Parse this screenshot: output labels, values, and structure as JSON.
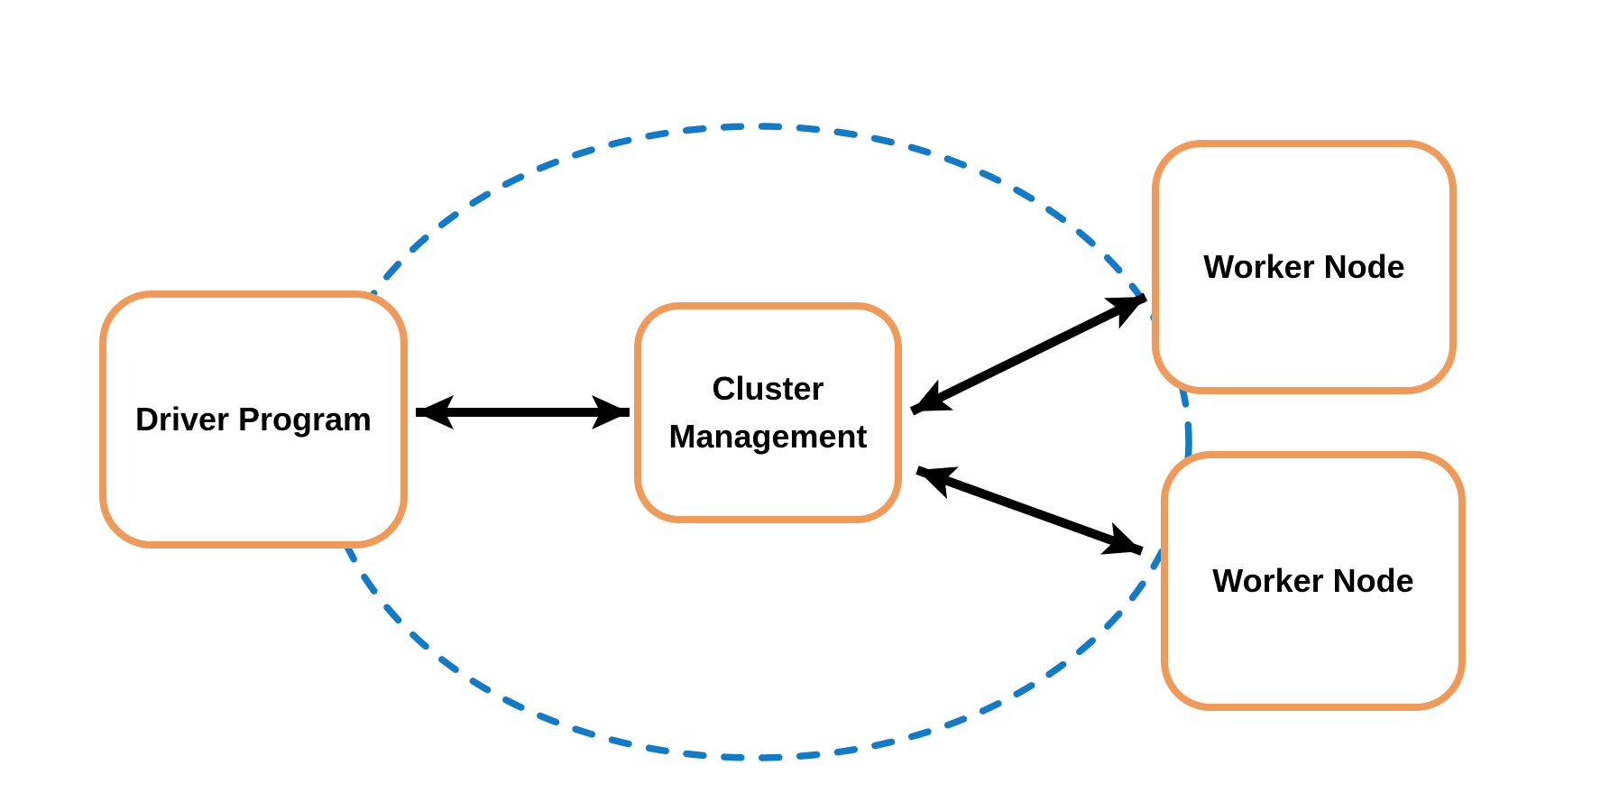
{
  "diagram": {
    "type": "architecture-diagram",
    "nodes": [
      {
        "id": "driver-program",
        "label": "Driver Program"
      },
      {
        "id": "cluster-management",
        "label": "Cluster Management"
      },
      {
        "id": "worker-node-top",
        "label": "Worker Node"
      },
      {
        "id": "worker-node-bottom",
        "label": "Worker Node"
      }
    ],
    "edges": [
      {
        "from": "driver-program",
        "to": "cluster-management",
        "style": "double-headed-arrow"
      },
      {
        "from": "cluster-management",
        "to": "worker-node-top",
        "style": "double-headed-arrow"
      },
      {
        "from": "cluster-management",
        "to": "worker-node-bottom",
        "style": "double-headed-arrow"
      }
    ],
    "boundary": {
      "shape": "ellipse",
      "stroke_style": "dashed",
      "encloses": "cluster"
    },
    "colors": {
      "node_border": "#F09A59",
      "boundary_dash": "#127AC6",
      "arrow_and_text": "#000000",
      "node_fill": "#ffffff",
      "background": "#ffffff"
    }
  }
}
